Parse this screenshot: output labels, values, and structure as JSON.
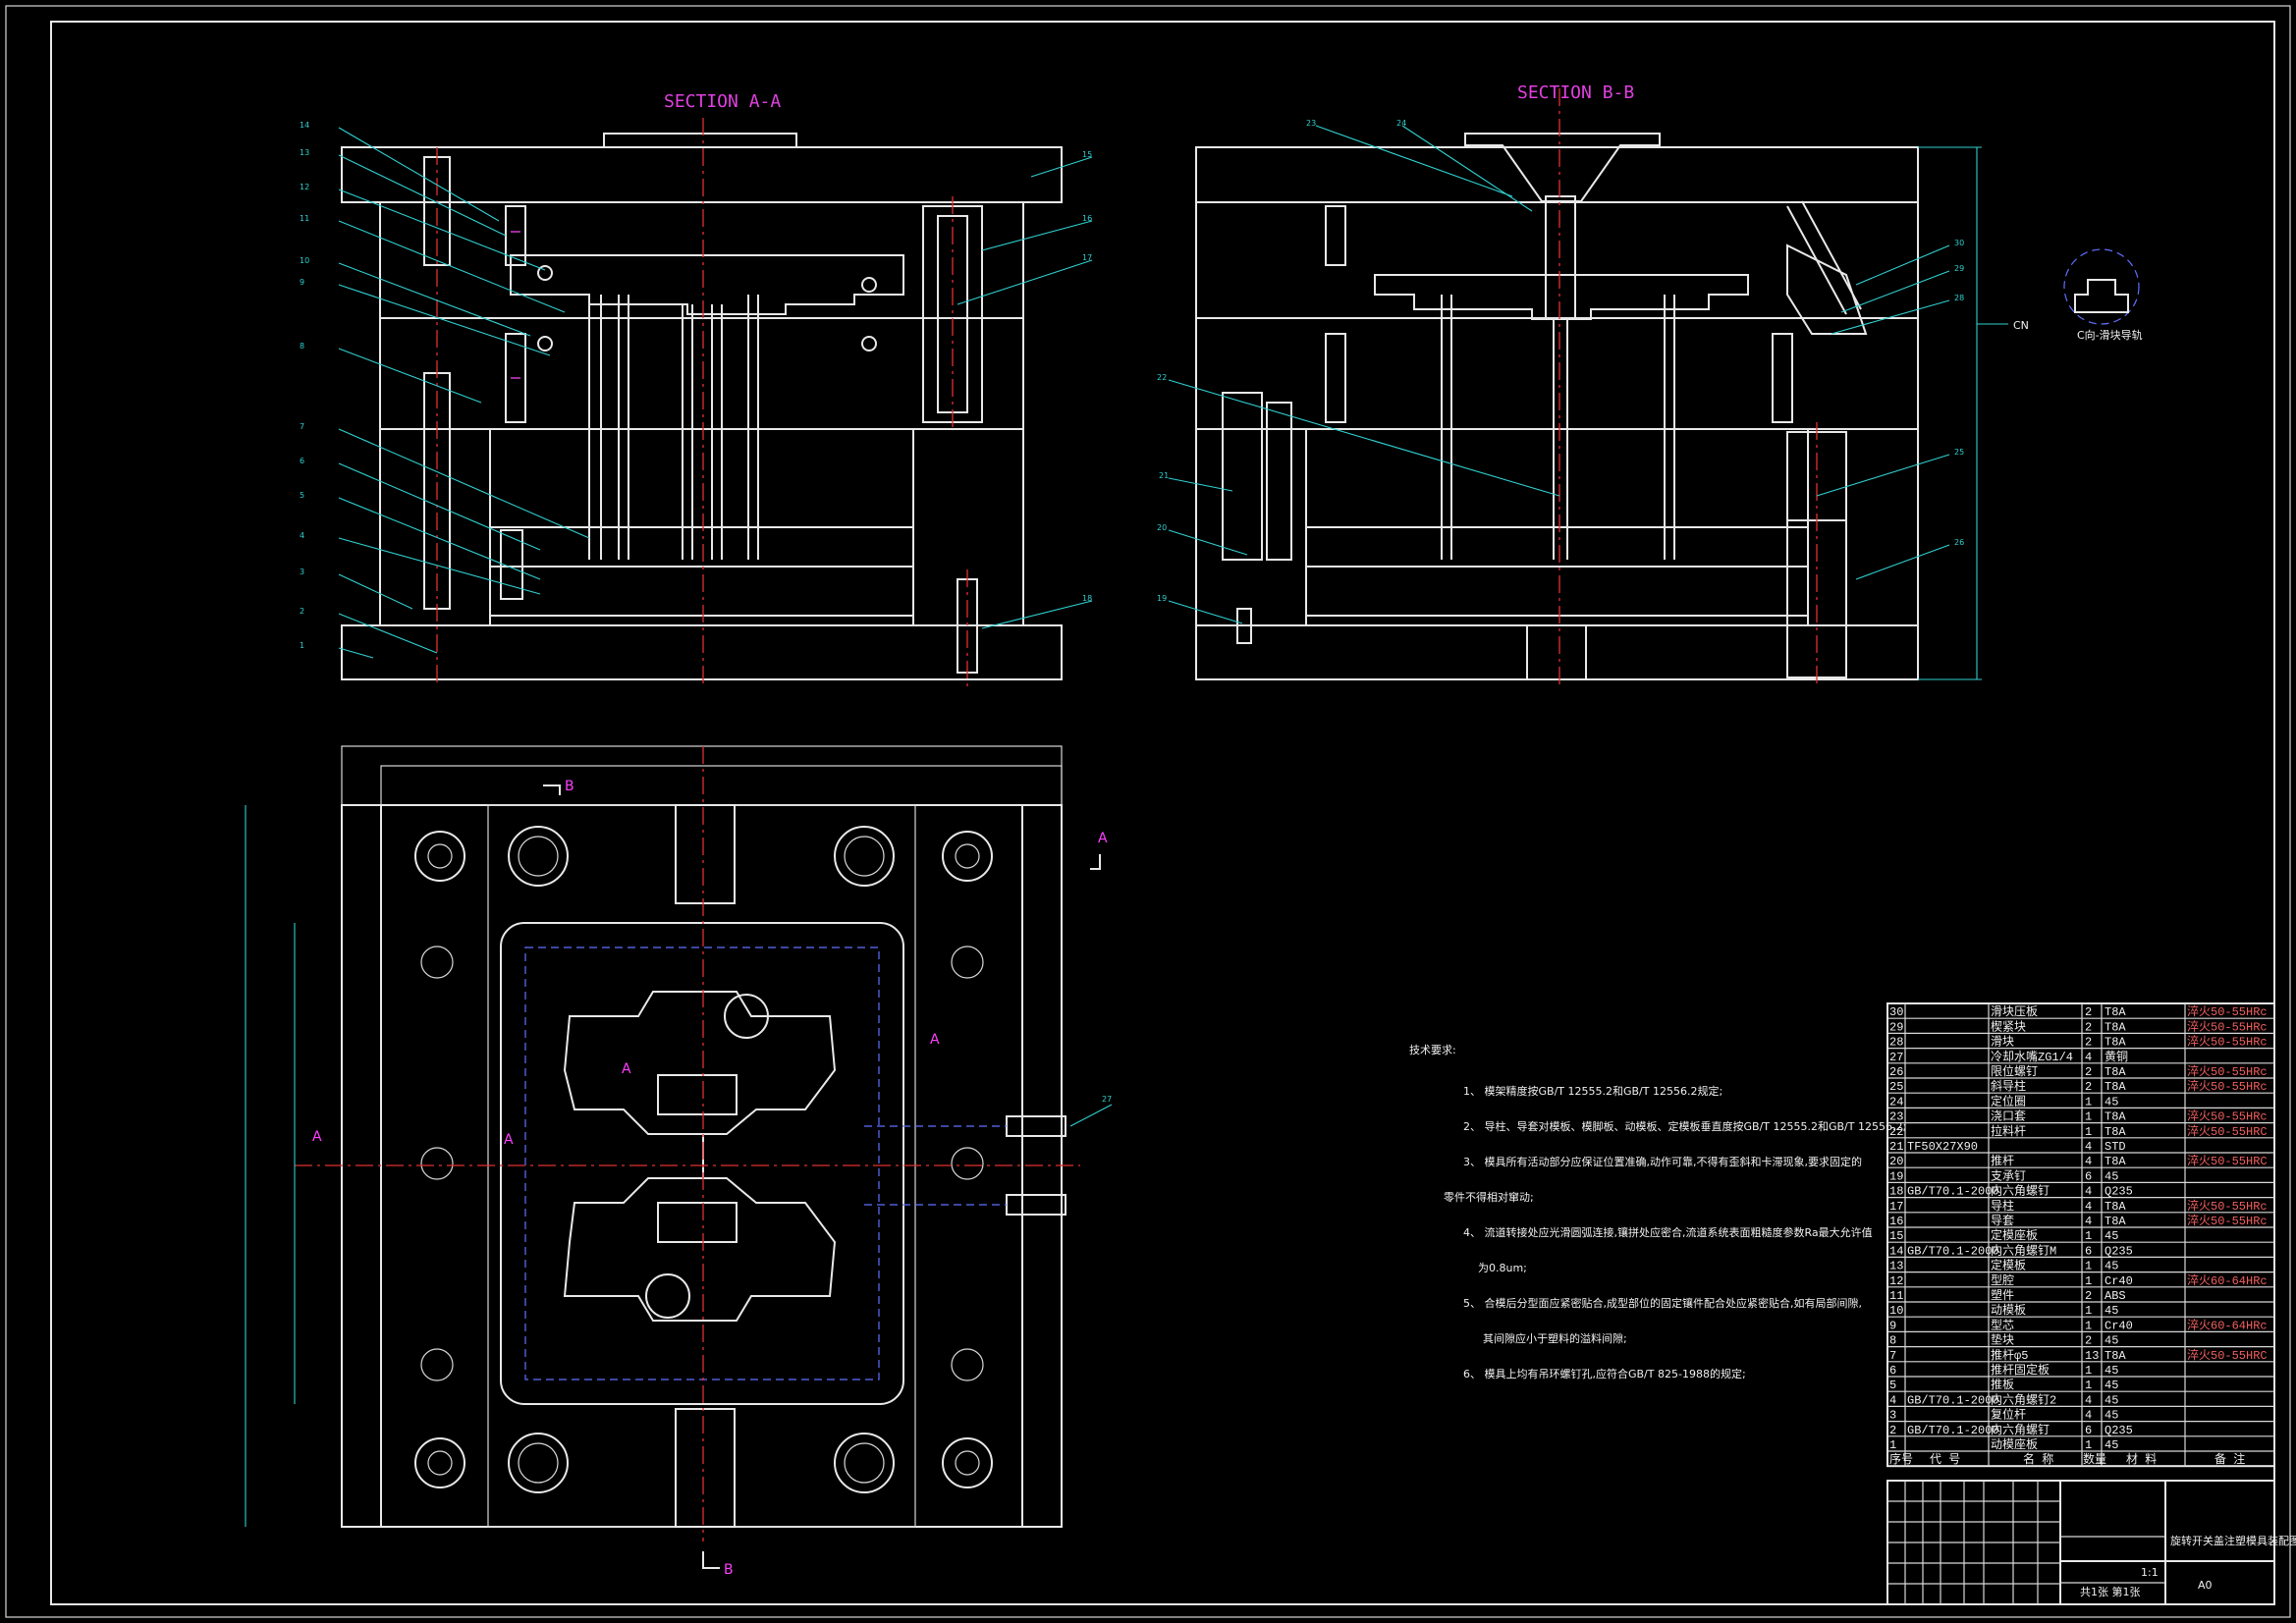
{
  "drawing": {
    "section_aa_title": "SECTION A-A",
    "section_bb_title": "SECTION B-B",
    "detail_c_label": "C向-滑块导轨",
    "cn_marker": "CN",
    "section_markers": {
      "a": "A",
      "b": "B"
    },
    "balloons_left": [
      "14",
      "13",
      "12",
      "11",
      "10",
      "9",
      "8",
      "7",
      "6",
      "5",
      "4",
      "3",
      "2",
      "1"
    ],
    "balloons_left_right": [
      "15",
      "16",
      "17",
      "18"
    ],
    "balloons_right": [
      "23",
      "24",
      "22",
      "21",
      "20",
      "19"
    ],
    "balloons_right_side": [
      "30",
      "29",
      "28",
      "25",
      "26"
    ],
    "balloon_plan": "27"
  },
  "notes": {
    "heading": "技术要求:",
    "items": [
      "1、 模架精度按GB/T 12555.2和GB/T 12556.2规定;",
      "2、 导柱、导套对模板、模脚板、动模板、定模板垂直度按GB/T 12555.2和GB/T 12556.2;",
      "3、 模具所有活动部分应保证位置准确,动作可靠,不得有歪斜和卡滞现象,要求固定的",
      "零件不得相对窜动;",
      "4、 流道转接处应光滑圆弧连接,镶拼处应密合,流道系统表面粗糙度参数Ra最大允许值",
      "为0.8um;",
      "5、 合模后分型面应紧密贴合,成型部位的固定镶件配合处应紧密贴合,如有局部间隙,",
      "其间隙应小于塑料的溢料间隙;",
      "6、 模具上均有吊环螺钉孔,应符合GB/T 825-1988的规定;"
    ]
  },
  "bom": {
    "rows": [
      {
        "no": "30",
        "code": "",
        "name": "滑块压板",
        "qty": "2",
        "mat": "T8A",
        "rem": "淬火50-55HRc"
      },
      {
        "no": "29",
        "code": "",
        "name": "楔紧块",
        "qty": "2",
        "mat": "T8A",
        "rem": "淬火50-55HRc"
      },
      {
        "no": "28",
        "code": "",
        "name": "滑块",
        "qty": "2",
        "mat": "T8A",
        "rem": "淬火50-55HRc"
      },
      {
        "no": "27",
        "code": "",
        "name": "冷却水嘴ZG1/4",
        "qty": "4",
        "mat": "黄铜",
        "rem": ""
      },
      {
        "no": "26",
        "code": "",
        "name": "限位螺钉",
        "qty": "2",
        "mat": "T8A",
        "rem": "淬火50-55HRc"
      },
      {
        "no": "25",
        "code": "",
        "name": "斜导柱",
        "qty": "2",
        "mat": "T8A",
        "rem": "淬火50-55HRc"
      },
      {
        "no": "24",
        "code": "",
        "name": "定位圈",
        "qty": "1",
        "mat": "45",
        "rem": ""
      },
      {
        "no": "23",
        "code": "",
        "name": "浇口套",
        "qty": "1",
        "mat": "T8A",
        "rem": "淬火50-55HRc"
      },
      {
        "no": "22",
        "code": "",
        "name": "拉料杆",
        "qty": "1",
        "mat": "T8A",
        "rem": "淬火50-55HRC"
      },
      {
        "no": "21",
        "code": "TF50X27X90",
        "name": "",
        "qty": "4",
        "mat": "STD",
        "rem": ""
      },
      {
        "no": "20",
        "code": "",
        "name": "推杆",
        "qty": "4",
        "mat": "T8A",
        "rem": "淬火50-55HRC"
      },
      {
        "no": "19",
        "code": "",
        "name": "支承钉",
        "qty": "6",
        "mat": "45",
        "rem": ""
      },
      {
        "no": "18",
        "code": "GB/T70.1-2000",
        "name": "内六角螺钉",
        "qty": "4",
        "mat": "Q235",
        "rem": ""
      },
      {
        "no": "17",
        "code": "",
        "name": "导柱",
        "qty": "4",
        "mat": "T8A",
        "rem": "淬火50-55HRc"
      },
      {
        "no": "16",
        "code": "",
        "name": "导套",
        "qty": "4",
        "mat": "T8A",
        "rem": "淬火50-55HRc"
      },
      {
        "no": "15",
        "code": "",
        "name": "定模座板",
        "qty": "1",
        "mat": "45",
        "rem": ""
      },
      {
        "no": "14",
        "code": "GB/T70.1-2000",
        "name": "内六角螺钉M",
        "qty": "6",
        "mat": "Q235",
        "rem": ""
      },
      {
        "no": "13",
        "code": "",
        "name": "定模板",
        "qty": "1",
        "mat": "45",
        "rem": ""
      },
      {
        "no": "12",
        "code": "",
        "name": "型腔",
        "qty": "1",
        "mat": "Cr40",
        "rem": "淬火60-64HRc"
      },
      {
        "no": "11",
        "code": "",
        "name": "塑件",
        "qty": "2",
        "mat": "ABS",
        "rem": ""
      },
      {
        "no": "10",
        "code": "",
        "name": "动模板",
        "qty": "1",
        "mat": "45",
        "rem": ""
      },
      {
        "no": "9",
        "code": "",
        "name": "型芯",
        "qty": "1",
        "mat": "Cr40",
        "rem": "淬火60-64HRc"
      },
      {
        "no": "8",
        "code": "",
        "name": "垫块",
        "qty": "2",
        "mat": "45",
        "rem": ""
      },
      {
        "no": "7",
        "code": "",
        "name": "推杆φ5",
        "qty": "13",
        "mat": "T8A",
        "rem": "淬火50-55HRC"
      },
      {
        "no": "6",
        "code": "",
        "name": "推杆固定板",
        "qty": "1",
        "mat": "45",
        "rem": ""
      },
      {
        "no": "5",
        "code": "",
        "name": "推板",
        "qty": "1",
        "mat": "45",
        "rem": ""
      },
      {
        "no": "4",
        "code": "GB/T70.1-2000",
        "name": "内六角螺钉2",
        "qty": "4",
        "mat": "45",
        "rem": ""
      },
      {
        "no": "3",
        "code": "",
        "name": "复位杆",
        "qty": "4",
        "mat": "45",
        "rem": ""
      },
      {
        "no": "2",
        "code": "GB/T70.1-2000",
        "name": "内六角螺钉",
        "qty": "6",
        "mat": "Q235",
        "rem": ""
      },
      {
        "no": "1",
        "code": "",
        "name": "动模座板",
        "qty": "1",
        "mat": "45",
        "rem": ""
      }
    ],
    "header": {
      "no": "序号",
      "code": "代 号",
      "name": "名 称",
      "qty": "数量",
      "mat": "材 料",
      "rem": "备 注"
    }
  },
  "title_block": {
    "title": "旋转开关盖注塑模具装配图",
    "size": "A0",
    "scale": "1:1",
    "sheet": "共1张 第1张"
  }
}
